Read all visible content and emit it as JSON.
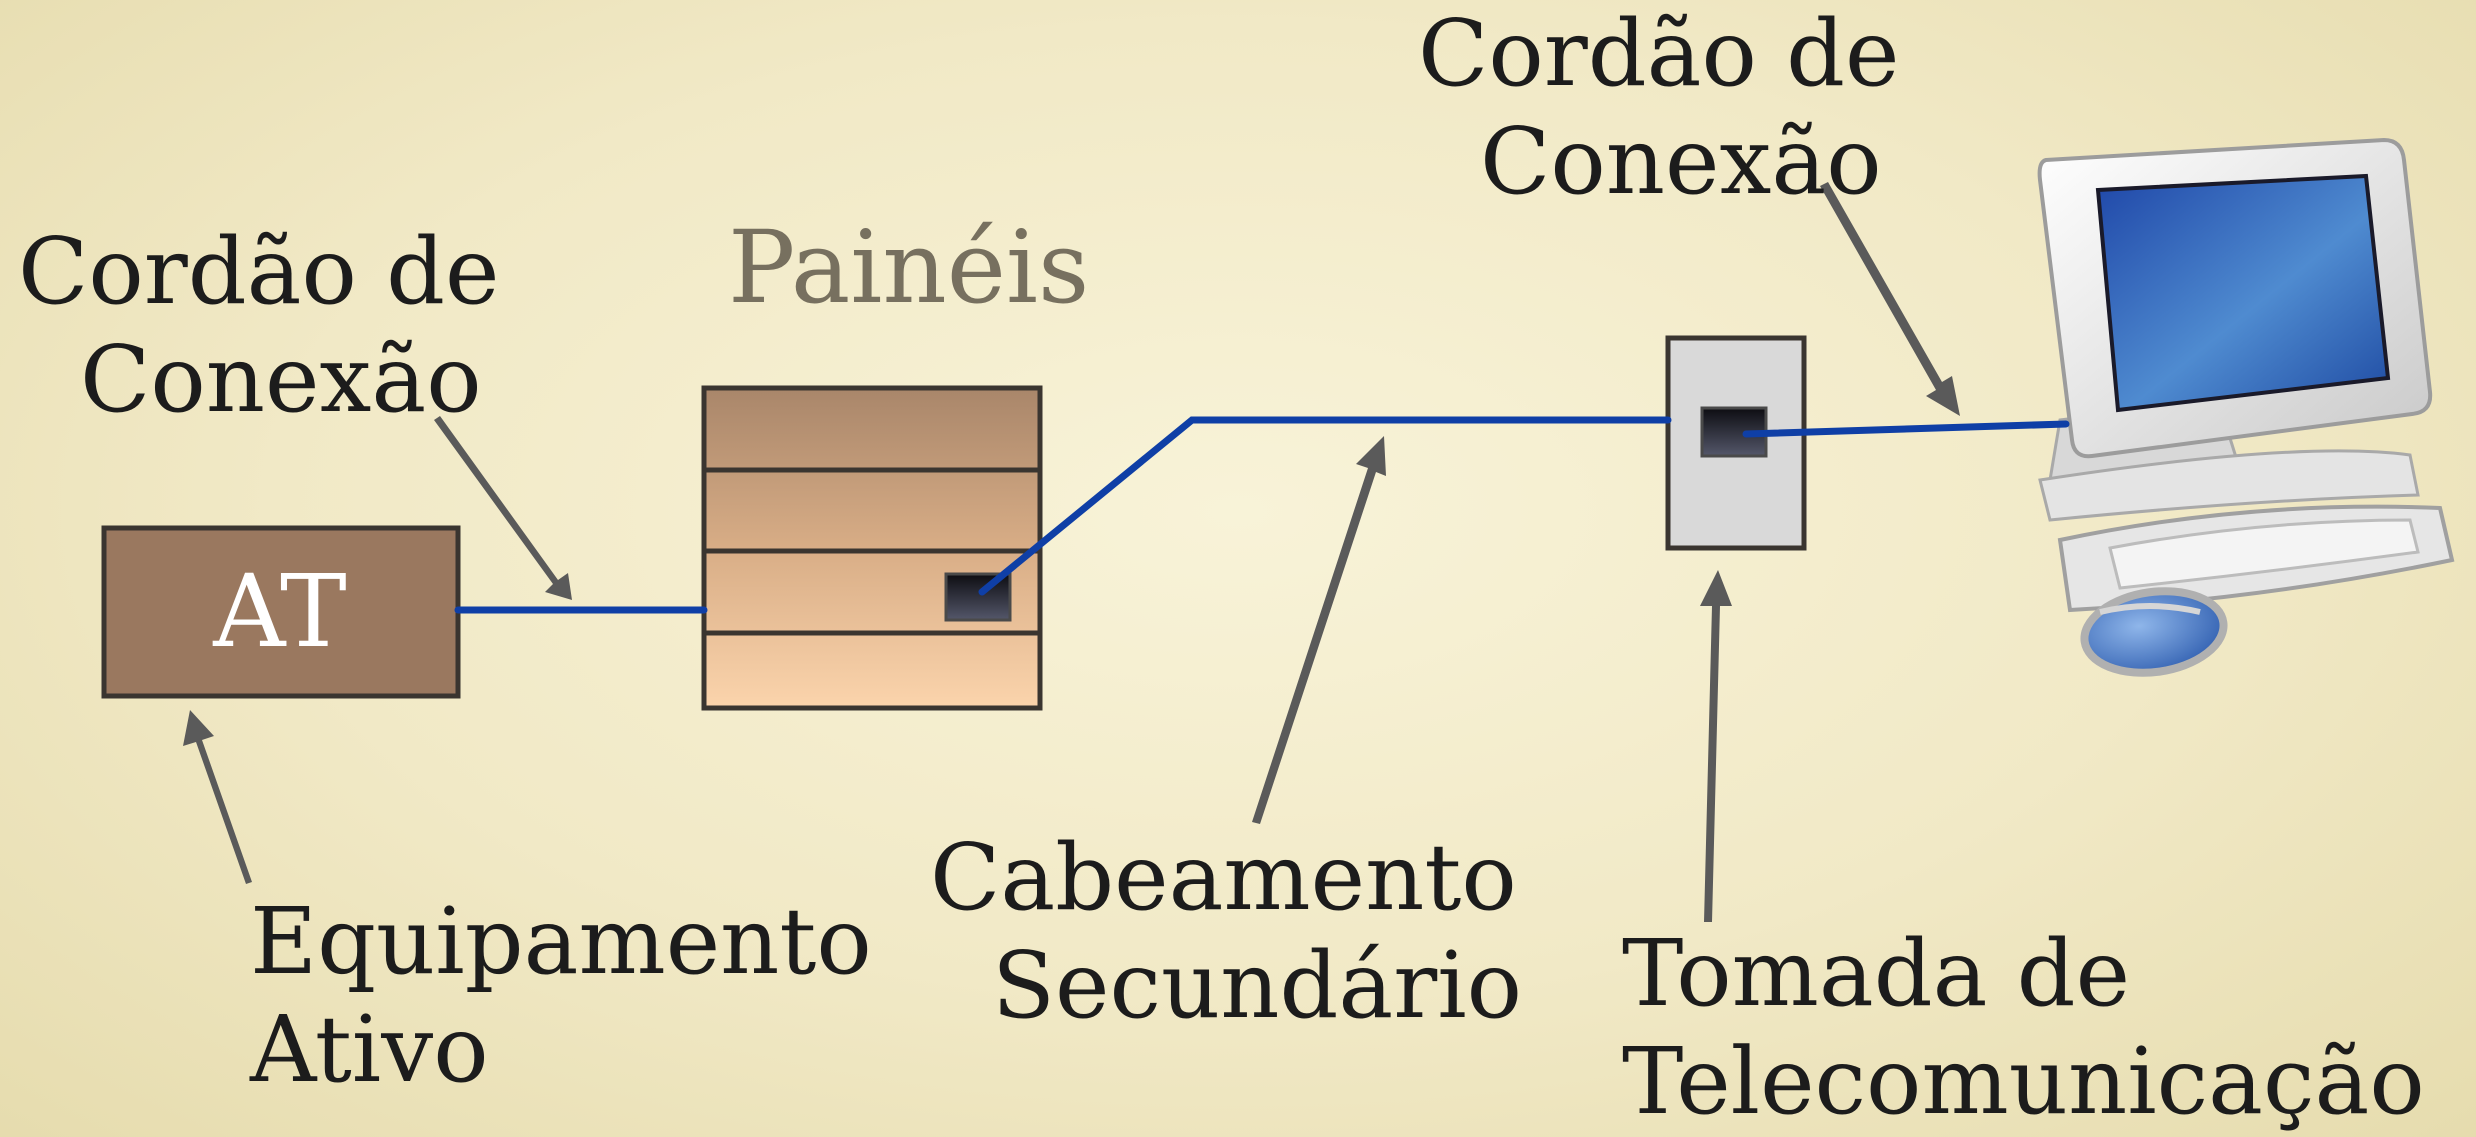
{
  "labels": {
    "patch_cord_left": {
      "line1": "Cordão de",
      "line2": "Conexão"
    },
    "patch_cord_right": {
      "line1": "Cordão de",
      "line2": "Conexão"
    },
    "panels": "Painéis",
    "active_equipment": {
      "box": "AT",
      "line1": "Equipamento",
      "line2": "Ativo"
    },
    "secondary_cabling": {
      "line1": "Cabeamento",
      "line2": "Secundário"
    },
    "telecom_outlet": {
      "line1": "Tomada de",
      "line2": "Telecomunicação"
    }
  },
  "colors": {
    "cable": "#0f3fa6",
    "arrow": "#5a5a5a",
    "at_box": "#9a785f",
    "outline": "#3a3530",
    "outlet_plate": "#d9d9d9",
    "panels_label": "#77705f"
  },
  "icons": [
    "computer-icon",
    "mouse-icon",
    "keyboard-icon",
    "port-icon"
  ]
}
